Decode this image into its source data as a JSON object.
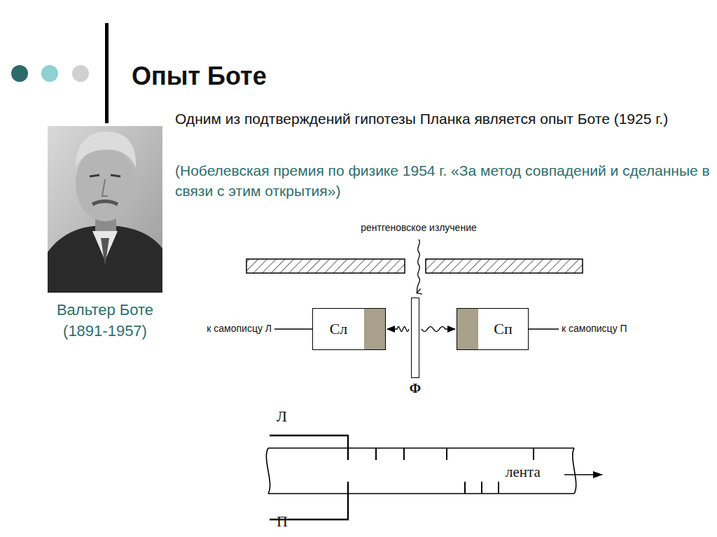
{
  "diagram": {
    "title": "Опыт Боте",
    "nodes": [
      {
        "text": [
          "Сл"
        ]
      },
      {
        "text": [
          "Ф"
        ]
      },
      {
        "text": [
          "Сп"
        ]
      }
    ],
    "edges": [
      {
        "from": 1,
        "to": 0,
        "arrow": "to"
      },
      {
        "from": 1,
        "to": 2,
        "arrow": "to"
      }
    ],
    "labels": [
      "Одним из подтверждений гипотезы Планка является опыт Боте (1925 г.)",
      "(Нобелевская премия по физике 1954 г. «За метод совпадений и сделанные в связи с этим открытия»)",
      "Вальтер Боте (1891-1957)",
      "рентгеновское излучение",
      "к самописцу Л",
      "к самописцу П",
      "Л",
      "лента",
      "П"
    ]
  }
}
